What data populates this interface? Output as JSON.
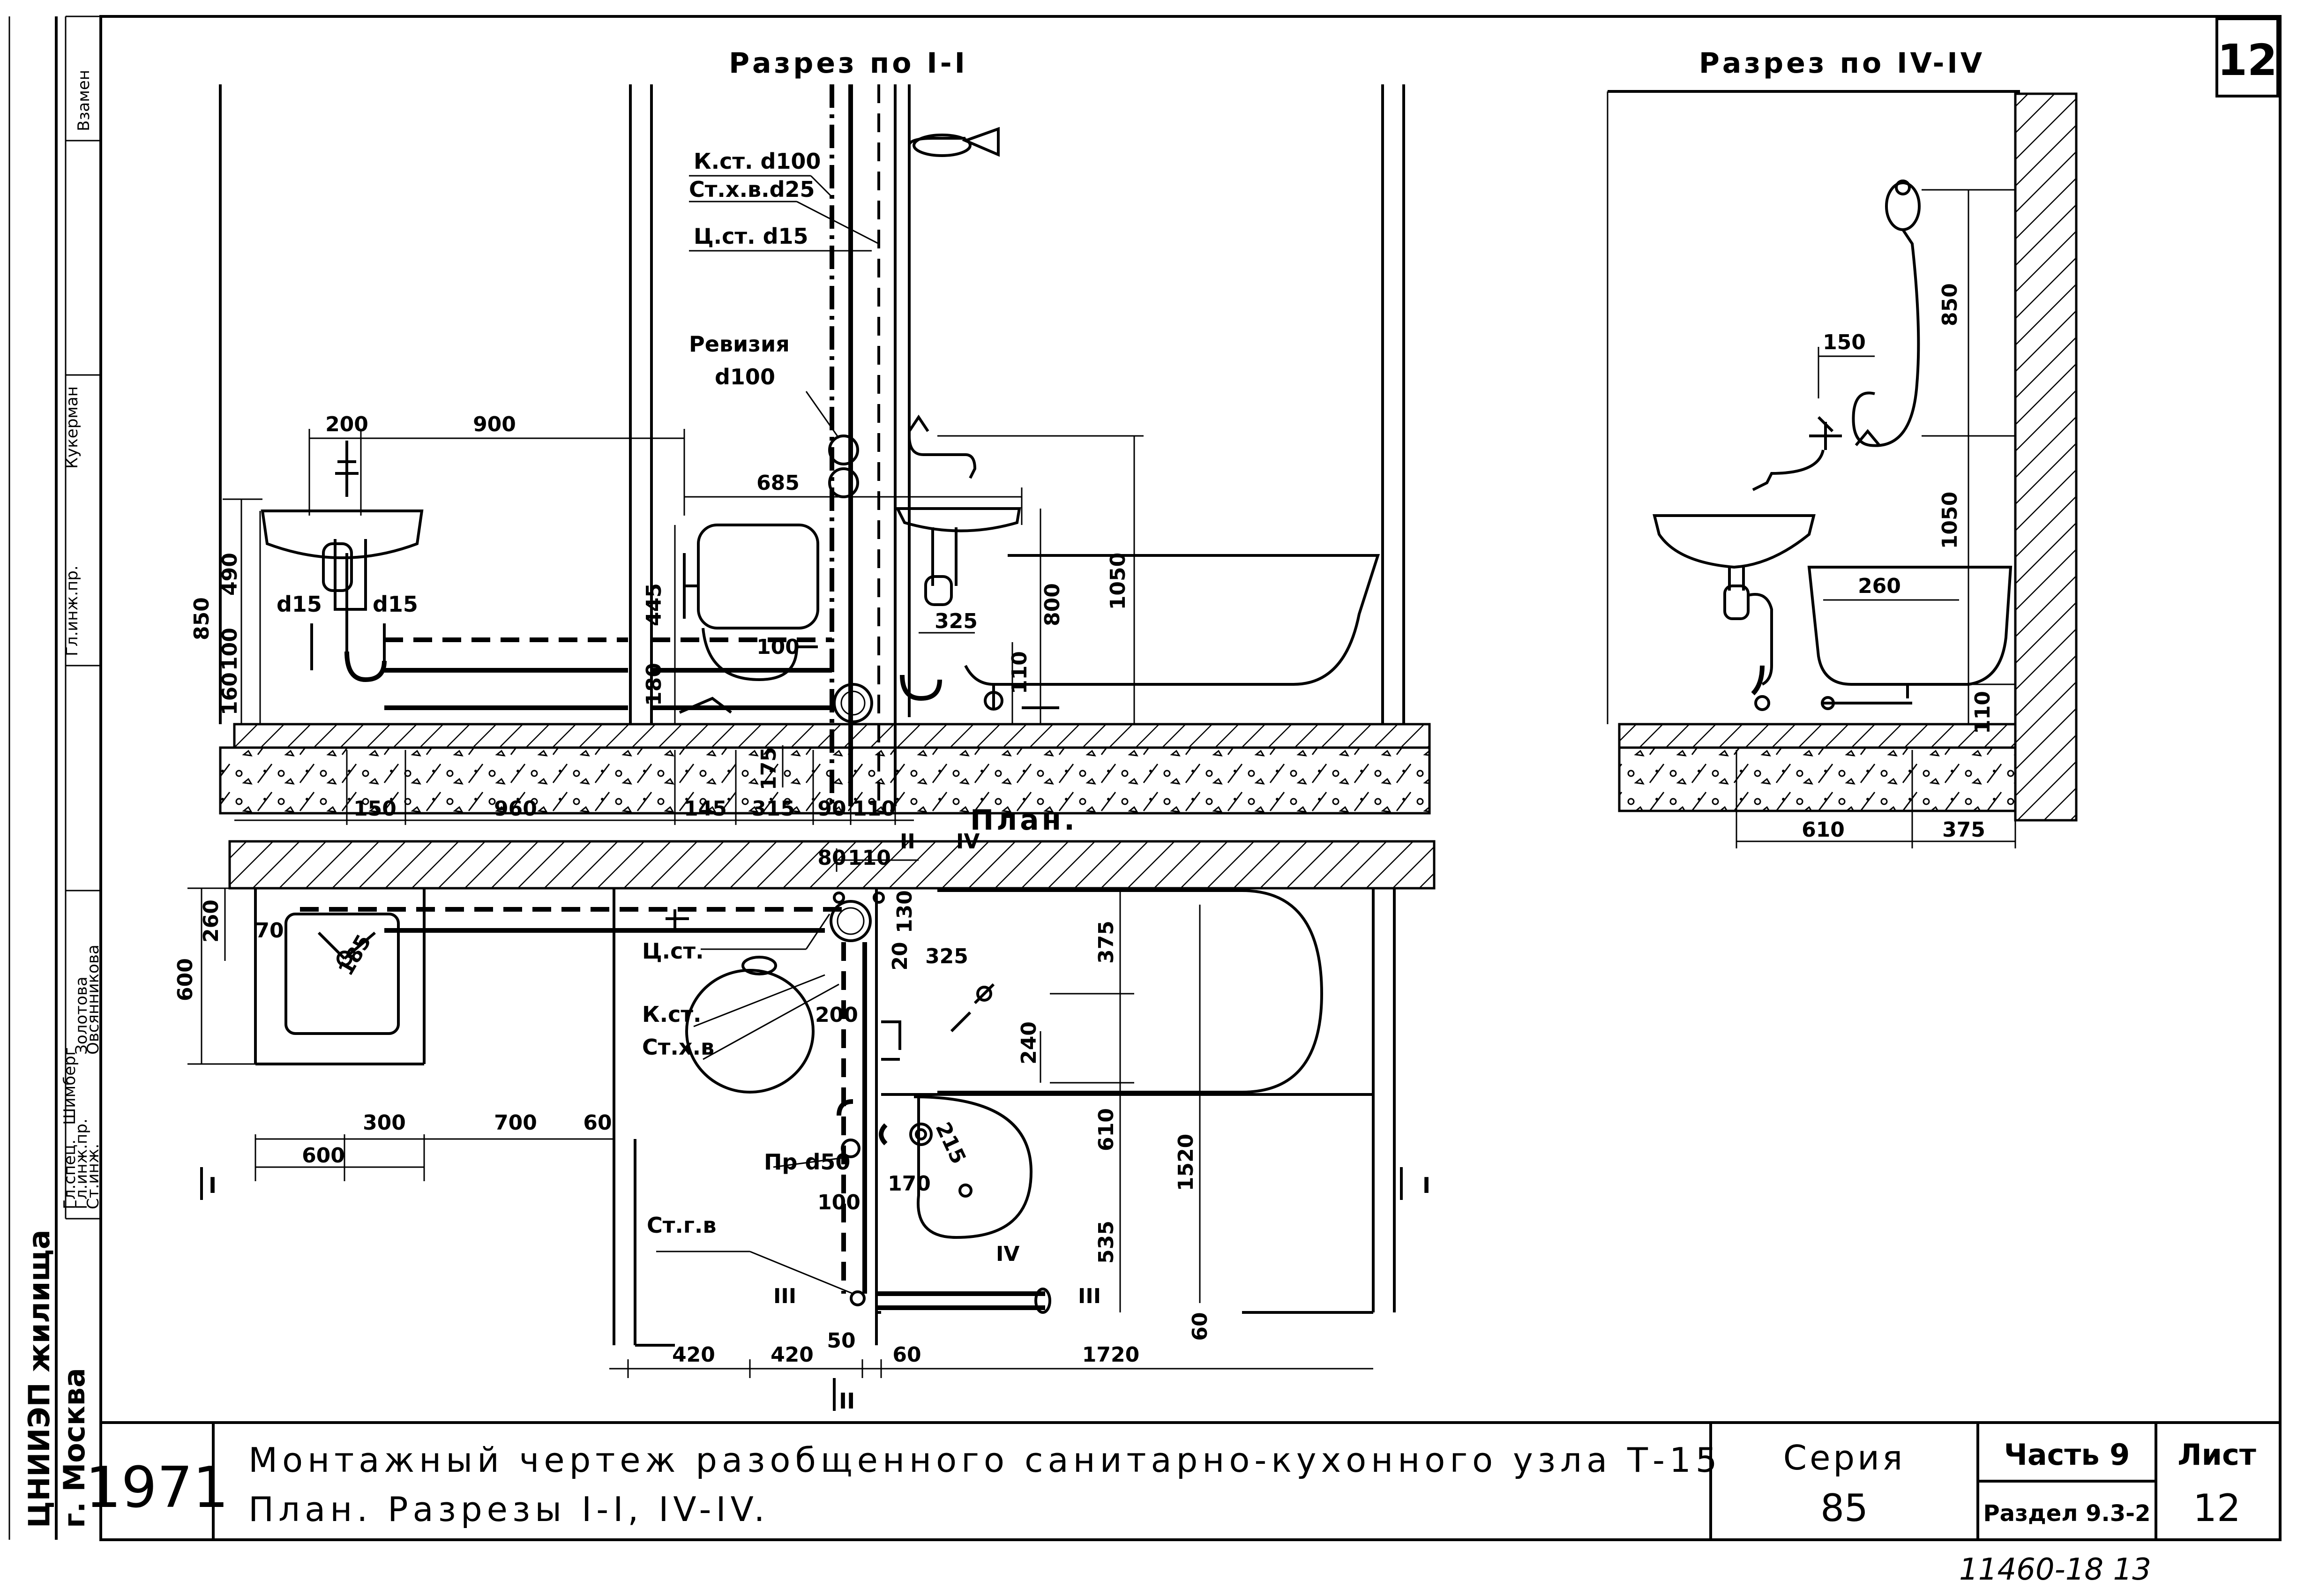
{
  "sheet": {
    "sheet_number_corner": "12",
    "section_1_title": "Разрез по I-I",
    "section_4_title": "Разрез по IV-IV",
    "plan_label": "План."
  },
  "section_1": {
    "labels": {
      "sewer_riser": "К.ст. d100",
      "cold_water_riser": "Ст.х.в.d25",
      "heating_riser": "Ц.ст. d15",
      "revision": "Ревизия",
      "revision_size": "d100",
      "d15_left": "d15",
      "d15_right": "d15"
    },
    "dims": {
      "d200": "200",
      "d900": "900",
      "d685": "685",
      "d490": "490",
      "d850": "850",
      "d100": "100",
      "d160": "160",
      "d445": "445",
      "d180": "180",
      "d325": "325",
      "d110": "110",
      "d800": "800",
      "d1050": "1050",
      "d175": "175",
      "d100b": "100",
      "d150": "150",
      "d960": "960",
      "d145": "145",
      "d315": "315",
      "d90": "90",
      "d110b": "110"
    }
  },
  "section_4": {
    "dims": {
      "d850": "850",
      "d150": "150",
      "d1050": "1050",
      "d260": "260",
      "d110": "110",
      "d610": "610",
      "d375": "375"
    }
  },
  "plan": {
    "labels": {
      "heating_riser": "Ц.ст.",
      "sewer_riser": "К.ст.",
      "cold_water_riser": "Ст.х.в",
      "drain": "Пр d50",
      "hot_water_riser": "Ст.г.в",
      "cut_1_left": "I",
      "cut_1_right": "I",
      "cut_2_top": "II",
      "cut_2_bottom": "II",
      "cut_3_left": "III",
      "cut_3_right": "III",
      "cut_4_top": "IV",
      "cut_4_mid": "IV"
    },
    "dims": {
      "d80": "80",
      "d110": "110",
      "d130": "130",
      "d260": "260",
      "d70": "70",
      "d185": "185",
      "d600v": "600",
      "d375": "375",
      "d20": "20",
      "d325": "325",
      "d200": "200",
      "d240": "240",
      "d215": "215",
      "d610": "610",
      "d1520": "1520",
      "d170": "170",
      "d100": "100",
      "d535": "535",
      "d300": "300",
      "d700": "700",
      "d60": "60",
      "d600h": "600",
      "d60b": "60",
      "d420a": "420",
      "d420b": "420",
      "d50": "50",
      "d60c": "60",
      "d1720": "1720"
    }
  },
  "side_stamp": {
    "org": "ЦНИИЭП жилища",
    "city": "г. Москва",
    "rows": [
      {
        "role": "Гл.спец.",
        "name": "Шимберг"
      },
      {
        "role": "Гл.инж.пр.",
        "name": "Золотова"
      },
      {
        "role": "Ст.инж.",
        "name": "Овсянникова"
      }
    ],
    "upper_role": "Гл.инж.пр.",
    "upper_name": "Кукерман",
    "replace_label": "Взамен"
  },
  "title_block": {
    "year": "1971",
    "title_line1": "Монтажный чертеж разобщенного санитарно-кухонного узла Т-15",
    "title_line2": "План. Разрезы I-I, IV-IV.",
    "series_label": "Серия",
    "series_value": "85",
    "part": "Часть 9",
    "section": "Раздел 9.3-2",
    "sheet_label": "Лист",
    "sheet_value": "12"
  },
  "archive_number": "11460-18  13"
}
